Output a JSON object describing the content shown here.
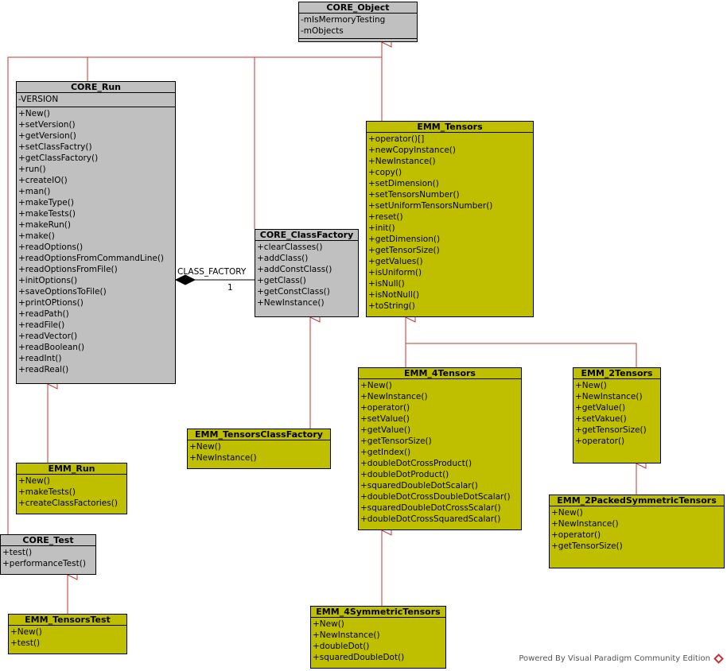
{
  "classes": {
    "core_object": {
      "name": "CORE_Object",
      "attributes": [
        "-mIsMermoryTesting",
        "-mObjects"
      ],
      "operations": []
    },
    "core_run": {
      "name": "CORE_Run",
      "attributes": [
        "-VERSION"
      ],
      "operations": [
        "+New()",
        "+setVersion()",
        "+getVersion()",
        "+setClassFactry()",
        "+getClassFactory()",
        "+run()",
        "+createIO()",
        "+man()",
        "+makeType()",
        "+makeTests()",
        "+makeRun()",
        "+make()",
        "+readOptions()",
        "+readOptionsFromCommandLine()",
        "+readOptionsFromFile()",
        "+initOptions()",
        "+saveOptionsToFile()",
        "+printOPtions()",
        "+readPath()",
        "+readFile()",
        "+readVector()",
        "+readBoolean()",
        "+readInt()",
        "+readReal()"
      ]
    },
    "core_classfactory": {
      "name": "CORE_ClassFactory",
      "attributes": [],
      "operations": [
        "+clearClasses()",
        "+addClass()",
        "+addConstClass()",
        "+getClass()",
        "+getConstClass()",
        "+NewInstance()"
      ]
    },
    "emm_tensors": {
      "name": "EMM_Tensors",
      "attributes": [],
      "operations": [
        "+operator()[]",
        "+newCopyInstance()",
        "+NewInstance()",
        "+copy()",
        "+setDimension()",
        "+setTensorsNumber()",
        "+setUniformTensorsNumber()",
        "+reset()",
        "+init()",
        "+getDimension()",
        "+getTensorSize()",
        "+getValues()",
        "+isUniform()",
        "+isNull()",
        "+isNotNull()",
        "+toString()"
      ]
    },
    "emm_4tensors": {
      "name": "EMM_4Tensors",
      "attributes": [],
      "operations": [
        "+New()",
        "+NewInstance()",
        "+operator()",
        "+setValue()",
        "+getValue()",
        "+getTensorSize()",
        "+getIndex()",
        "+doubleDotCrossProduct()",
        "+doubleDotProduct()",
        "+squaredDoubleDotScalar()",
        "+doubleDotCrossDoubleDotScalar()",
        "+squaredDoubleDotCrossScalar()",
        "+doubleDotCrossSquaredScalar()"
      ]
    },
    "emm_2tensors": {
      "name": "EMM_2Tensors",
      "attributes": [],
      "operations": [
        "+New()",
        "+NewInstance()",
        "+getValue()",
        "+setVakue()",
        "+getTensorSize()",
        "+operator()"
      ]
    },
    "emm_2packed": {
      "name": "EMM_2PackedSymmetricTensors",
      "attributes": [],
      "operations": [
        "+New()",
        "+NewInstance()",
        "+operator()",
        "+getTensorSize()"
      ]
    },
    "emm_tensorsclassfactory": {
      "name": "EMM_TensorsClassFactory",
      "attributes": [],
      "operations": [
        "+New()",
        "+NewInstance()"
      ]
    },
    "emm_run": {
      "name": "EMM_Run",
      "attributes": [],
      "operations": [
        "+New()",
        "+makeTests()",
        "+createClassFactories()"
      ]
    },
    "core_test": {
      "name": "CORE_Test",
      "attributes": [],
      "operations": [
        "+test()",
        "+performanceTest()"
      ]
    },
    "emm_tensorstest": {
      "name": "EMM_TensorsTest",
      "attributes": [],
      "operations": [
        "+New()",
        "+test()"
      ]
    },
    "emm_4symmetric": {
      "name": "EMM_4SymmetricTensors",
      "attributes": [],
      "operations": [
        "+New()",
        "+NewInstance()",
        "+doubleDot()",
        "+squaredDoubleDot()"
      ]
    }
  },
  "association": {
    "role": "CLASS_FACTORY",
    "multiplicity": "1"
  },
  "footer": {
    "text": "Powered By Visual Paradigm Community Edition"
  },
  "colors": {
    "abstract_fill": "#c0c0c0",
    "concrete_fill": "#bfbf00",
    "edge": "#c83232"
  }
}
